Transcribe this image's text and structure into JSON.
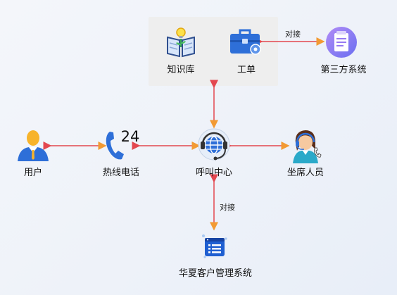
{
  "nodes": {
    "user": "用户",
    "hotline": "热线电话",
    "hotline_badge": "24",
    "callcenter": "呼叫中心",
    "agent": "坐席人员",
    "knowledge": "知识库",
    "workorder": "工单",
    "thirdparty": "第三方系统",
    "crm": "华夏客户管理系统"
  },
  "edges": {
    "workorder_thirdparty": "对接",
    "callcenter_crm": "对接"
  },
  "colors": {
    "arrow_start": "#e3474f",
    "arrow_end": "#f29a33",
    "icon_blue": "#2e6fd8",
    "user_yellow": "#f7b32b",
    "third_purple": "#8b6cf0"
  }
}
